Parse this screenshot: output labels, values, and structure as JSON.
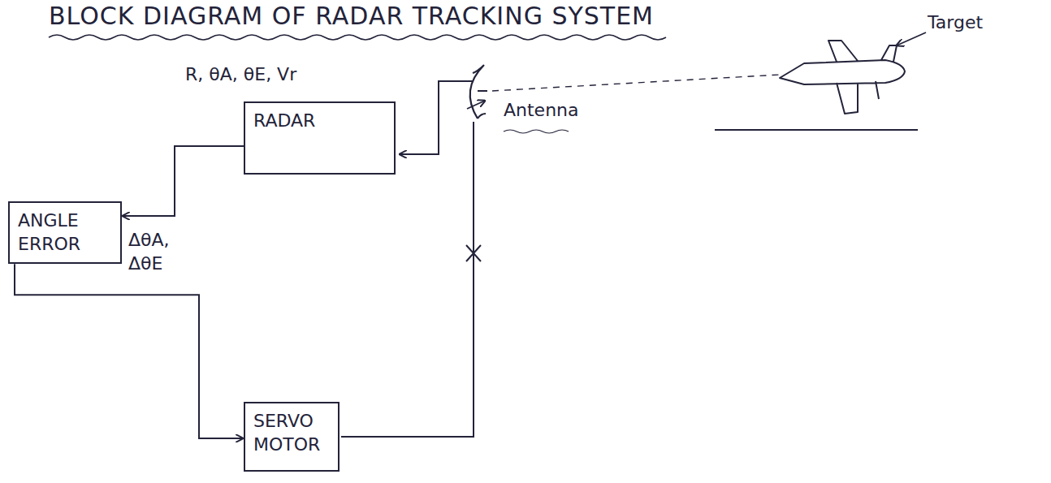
{
  "diagram": {
    "title": "BLOCK DIAGRAM OF RADAR TRACKING SYSTEM",
    "nodes": [
      {
        "text": [
          "RADAR"
        ]
      },
      {
        "text": [
          "ANGLE ERROR"
        ]
      },
      {
        "text": [
          "SERVO MOTOR"
        ]
      }
    ],
    "edges": [
      {
        "from": 0,
        "to": 1,
        "arrow": "to"
      },
      {
        "from": 1,
        "to": 2,
        "arrow": "to"
      }
    ],
    "labels": [
      "R, θA, θE, Vr",
      "ΔθA, ΔθE",
      "Antenna",
      "Target"
    ]
  }
}
